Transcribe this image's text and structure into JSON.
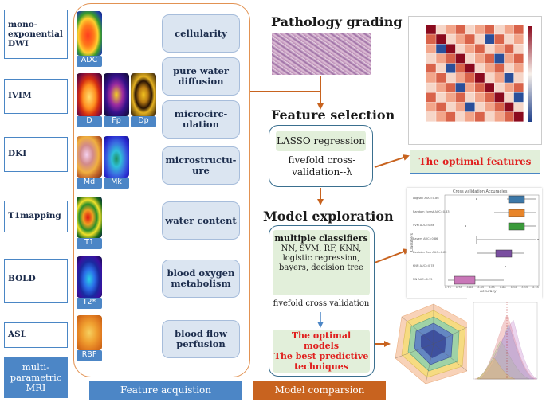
{
  "modalities": [
    {
      "label": "mono-exponential DWI"
    },
    {
      "label": "IVIM"
    },
    {
      "label": "DKI"
    },
    {
      "label": "T1mapping"
    },
    {
      "label": "BOLD"
    },
    {
      "label": "ASL"
    }
  ],
  "mri_label": "multi-parametric MRI",
  "maps": {
    "adc": "ADC",
    "d": "D",
    "fp": "Fp",
    "dp": "Dp",
    "md": "Md",
    "mk": "Mk",
    "t1": "T1",
    "t2s": "T2*",
    "rbf": "RBF"
  },
  "properties": [
    "cellularity",
    "pure water diffusion",
    "microcirc-ulation",
    "microstructu-ure",
    "water content",
    "blood oxygen metabolism",
    "blood flow perfusion"
  ],
  "feature_acquisition_label": "Feature acquistion",
  "pathology_title": "Pathology grading",
  "feature_selection_title": "Feature selection",
  "lasso": {
    "title": "LASSO regression",
    "body": "fivefold cross-validation--λ"
  },
  "optimal_features": "The optimal features",
  "model_exploration_title": "Model exploration",
  "classifiers": {
    "title": "multiple classifiers",
    "list": "NN, SVM, RF, KNN, logistic regression, bayers, decision tree",
    "cv": "fivefold cross validation",
    "result_1": "The optimal models",
    "result_2": "The best predictive techniques"
  },
  "model_comparison_label": "Model comparsion",
  "boxplot": {
    "title": "Cross validation Accuracies",
    "ylabel": "Classifiers",
    "xlabel": "Accuracy",
    "rows": [
      "Logistic AUC=0.86",
      "Random Forest AUC=0.83",
      "SVM AUC=0.86",
      "Bayers AUC=0.86",
      "Decision Tree AUC=0.82",
      "KNN AUC=0.78",
      "NN AUC=0.75"
    ],
    "ticks": [
      "0.75",
      "0.78",
      "0.80",
      "0.83",
      "0.85",
      "0.88",
      "0.90",
      "0.93",
      "0.95"
    ]
  },
  "colors": {
    "blue": "#4c86c6",
    "orange": "#c8631f",
    "red": "#e0201e",
    "green_box": "#e2efda",
    "prop_fill": "#dbe5f1"
  }
}
